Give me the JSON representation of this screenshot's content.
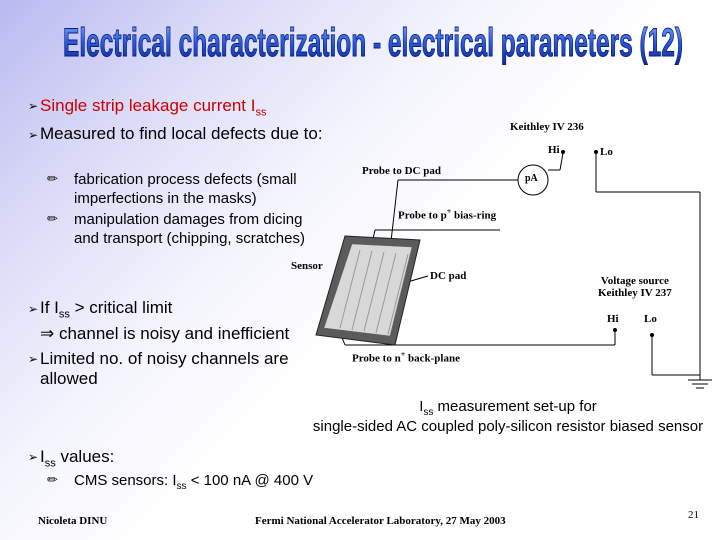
{
  "slide": {
    "title": "Electrical characterization - electrical parameters (12)",
    "bullet1": "Single strip leakage current I",
    "bullet1_sub": "ss",
    "bullet2": "Measured to find local defects due to:",
    "sub1": "fabrication process defects (small imperfections in the masks)",
    "sub2": "manipulation damages from dicing and transport (chipping, scratches)",
    "bullet3_a": "If I",
    "bullet3_sub": "ss",
    "bullet3_b": " > critical limit",
    "bullet3_line2": "⇒ channel is noisy and inefficient",
    "bullet4": "Limited no. of noisy channels are allowed",
    "bullet5_a": "I",
    "bullet5_sub": "ss",
    "bullet5_b": " values:",
    "sub5_a": "CMS sensors: I",
    "sub5_sub": "ss",
    "sub5_b": " < 100 nA @ 400 V"
  },
  "diagram": {
    "keithley236": "Keithley IV 236",
    "hi": "Hi",
    "lo": "Lo",
    "pa": "pA",
    "probe_dc": "Probe to DC pad",
    "probe_bias": "Probe to p",
    "probe_bias_sup": "+",
    "probe_bias_end": " bias-ring",
    "sensor": "Sensor",
    "dc_pad": "DC pad",
    "vs_line1": "Voltage source",
    "vs_line2": "Keithley IV 237",
    "hi2": "Hi",
    "lo2": "Lo",
    "probe_back": "Probe to n",
    "probe_back_sup": "+",
    "probe_back_end": " back-plane",
    "caption_a": "I",
    "caption_sub": "ss",
    "caption_b": " measurement set-up for",
    "caption_line2": "single-sided AC coupled poly-silicon resistor biased sensor"
  },
  "footer": {
    "author": "Nicoleta DINU",
    "venue": "Fermi National Accelerator Laboratory, 27 May 2003",
    "page": "21"
  },
  "colors": {
    "title": "#1d3fc4",
    "accent_red": "#cc0000"
  },
  "icons": {
    "bullet": "arrowhead-bullet-icon",
    "sub_bullet": "pencil-icon",
    "ground": "ground-icon"
  }
}
